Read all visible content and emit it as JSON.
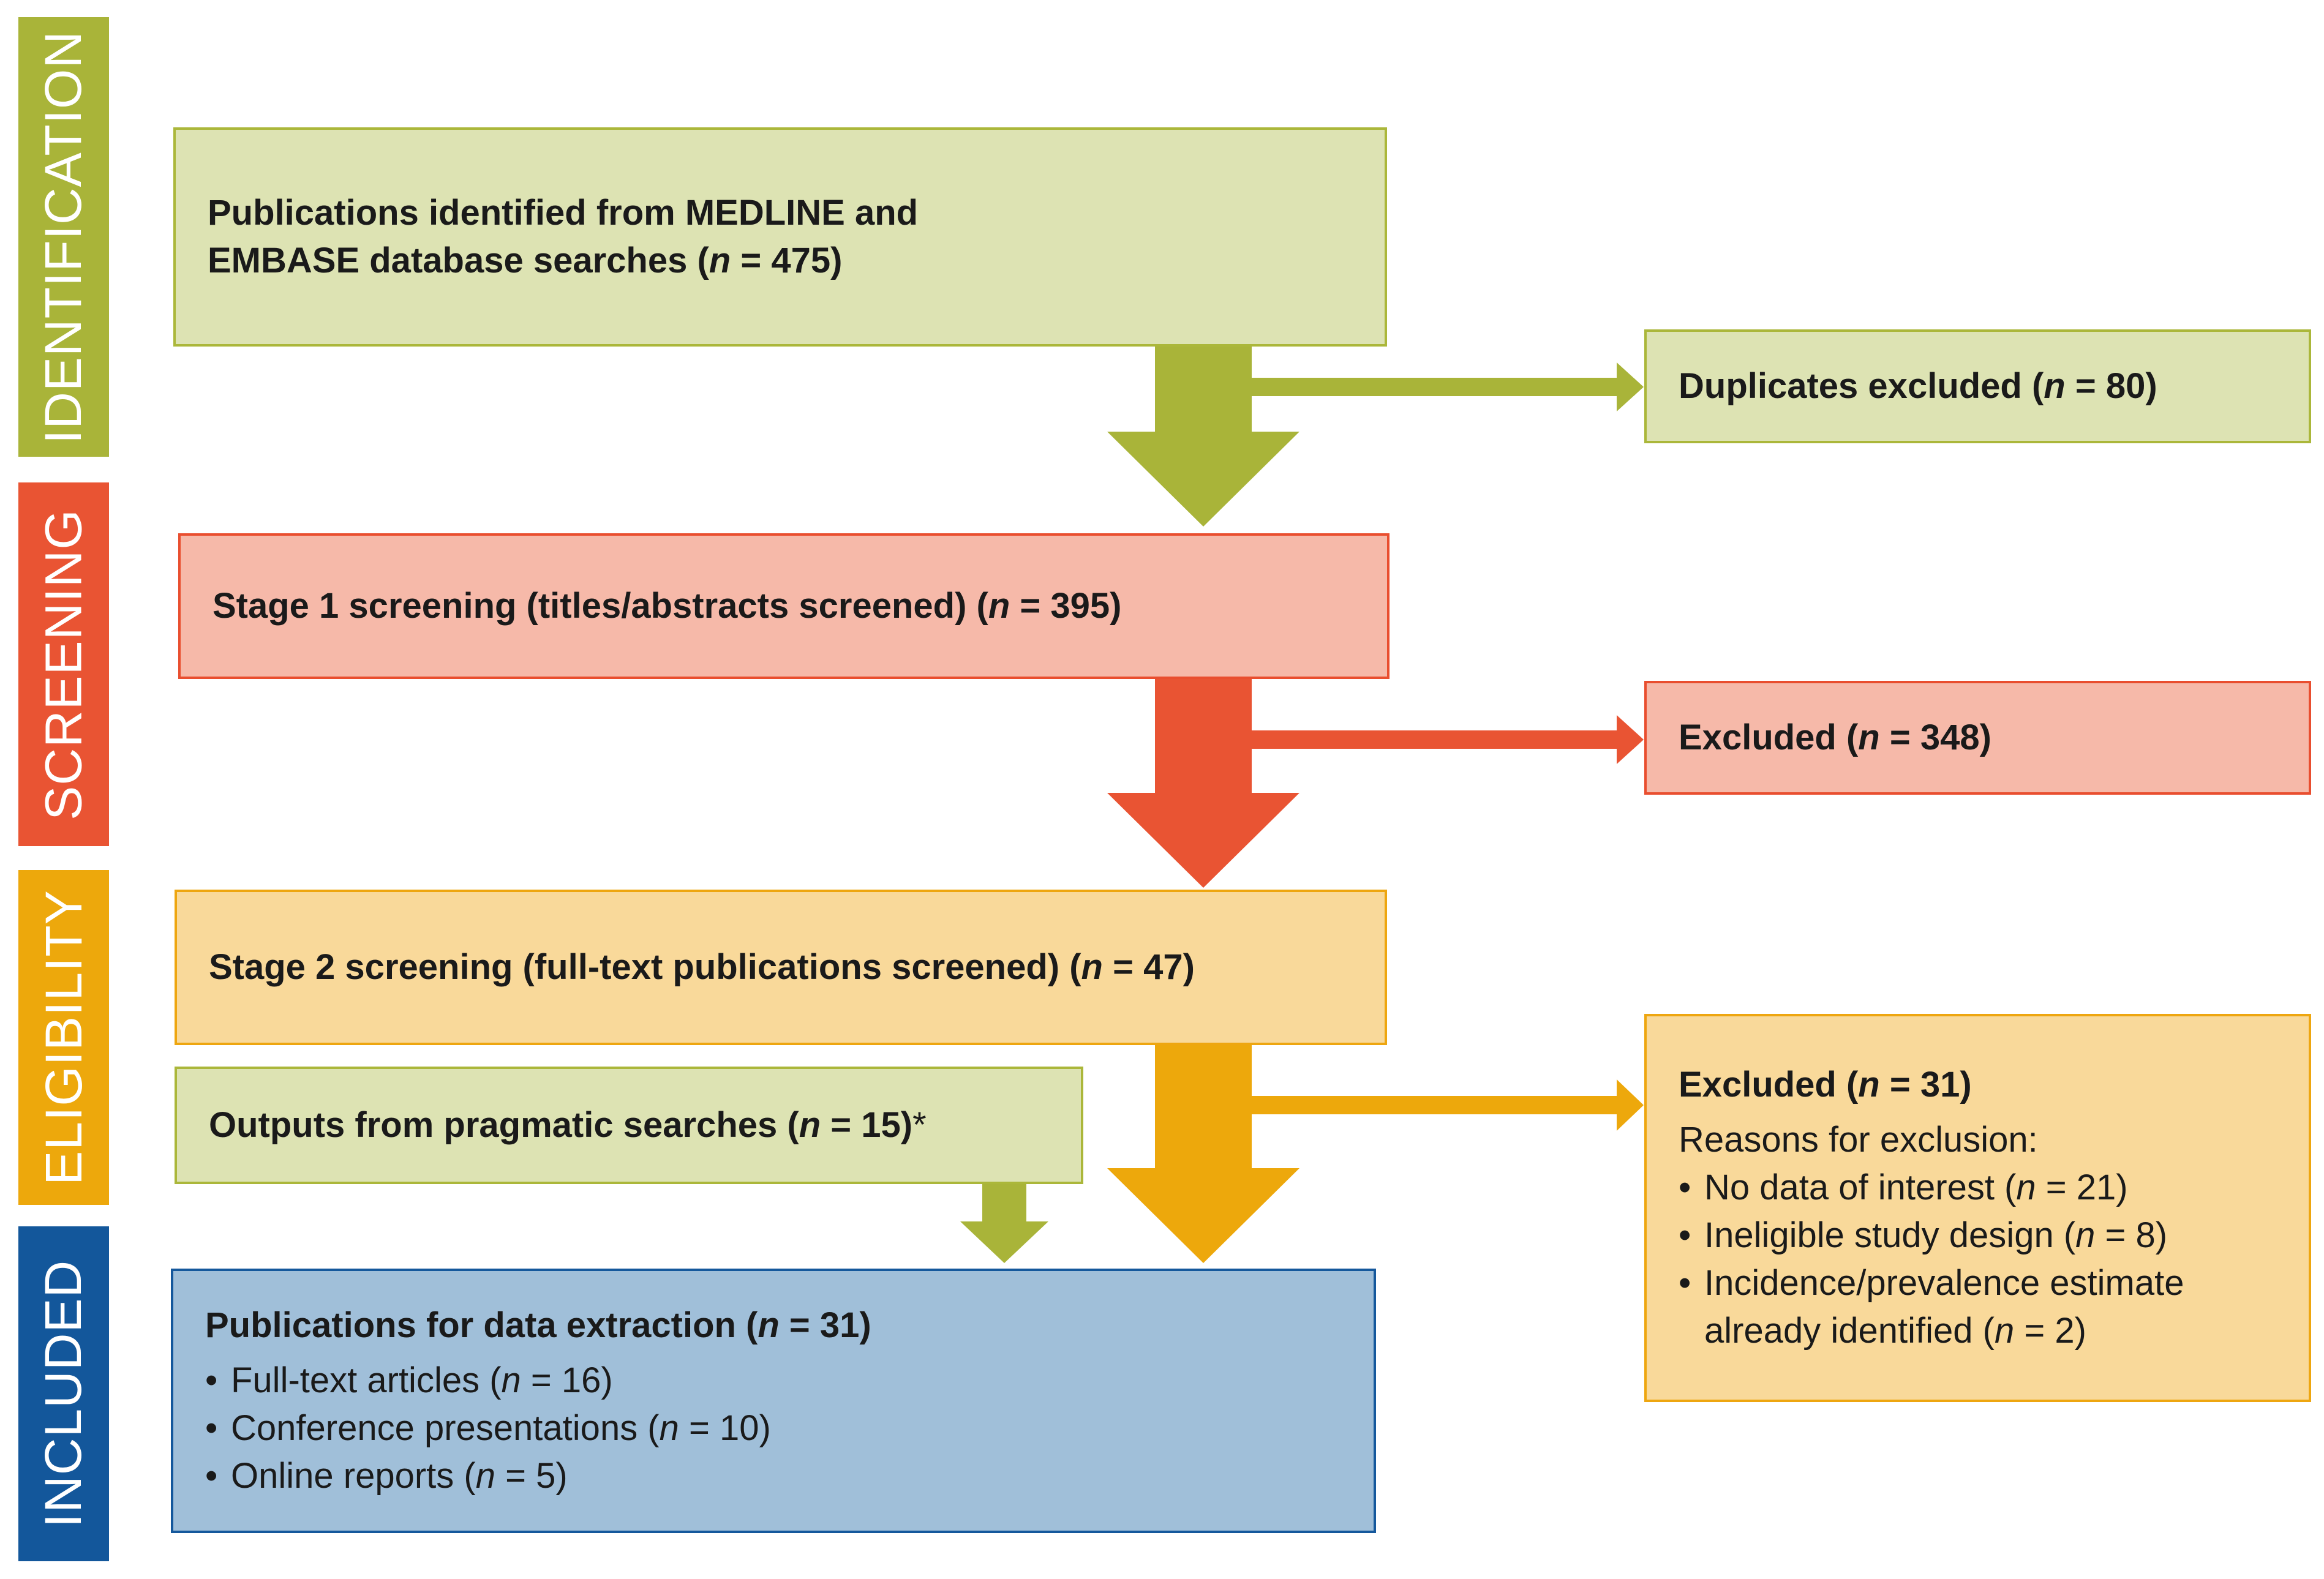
{
  "phases": {
    "identification": "IDENTIFICATION",
    "screening": "SCREENING",
    "eligibility": "ELIGIBILITY",
    "included": "INCLUDED"
  },
  "identified_box": {
    "line1": "Publications identified from MEDLINE and",
    "line2_prefix": "EMBASE database searches (",
    "n_symbol": "n",
    "line2_suffix": " = 475)"
  },
  "duplicates_box": {
    "prefix": "Duplicates excluded (",
    "n_symbol": "n",
    "suffix": " = 80)"
  },
  "stage1_box": {
    "prefix": "Stage 1 screening (titles/abstracts screened) (",
    "n_symbol": "n",
    "suffix": " = 395)"
  },
  "excluded1_box": {
    "prefix": "Excluded (",
    "n_symbol": "n",
    "suffix": " = 348)"
  },
  "stage2_box": {
    "prefix": "Stage 2 screening (full-text publications screened) (",
    "n_symbol": "n",
    "suffix": " = 47)"
  },
  "pragmatic_box": {
    "prefix": "Outputs from pragmatic searches (",
    "n_symbol": "n",
    "suffix": " = 15)",
    "footnote_mark": "*"
  },
  "excluded2_box": {
    "title_prefix": "Excluded (",
    "n_symbol": "n",
    "title_suffix": " = 31)",
    "reasons_label": "Reasons for exclusion:",
    "reasons": [
      {
        "prefix": "No data of interest (",
        "suffix": " = 21)"
      },
      {
        "prefix": "Ineligible study design (",
        "suffix": " = 8)"
      },
      {
        "prefix": "Incidence/prevalence estimate already identified (",
        "suffix": " = 2)"
      }
    ]
  },
  "included_box": {
    "title_prefix": "Publications for data extraction (",
    "n_symbol": "n",
    "title_suffix": " = 31)",
    "items": [
      {
        "prefix": "Full-text articles (",
        "suffix": " = 16)"
      },
      {
        "prefix": "Conference presentations (",
        "suffix": " = 10)"
      },
      {
        "prefix": "Online reports (",
        "suffix": " = 5)"
      }
    ]
  },
  "colors": {
    "identification": "#a9b439",
    "screening": "#e95433",
    "eligibility": "#eda80c",
    "included": "#13579b"
  }
}
